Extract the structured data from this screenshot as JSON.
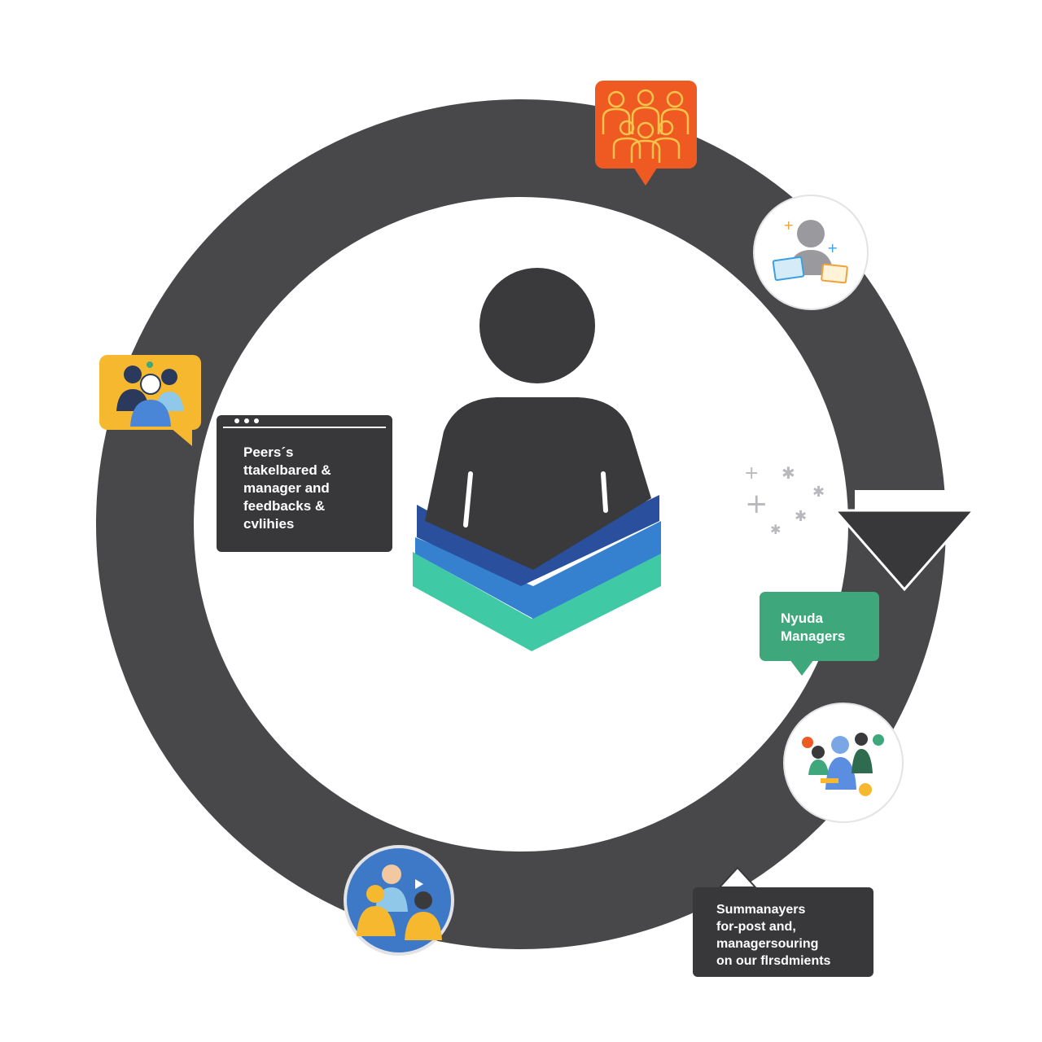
{
  "diagram": {
    "colors": {
      "ring": "#48484b",
      "center_figure": "#3a3a3d",
      "chevron_dark_blue": "#2a4f9c",
      "chevron_blue": "#3581d0",
      "chevron_teal": "#3fcaa5",
      "orange_badge": "#ef5a22",
      "yellow_badge": "#f5b82e",
      "green_card": "#3ea77b",
      "dark_card": "#38383b"
    },
    "icons": [
      "team-group-icon",
      "profile-feedback-icon",
      "peer-group-icon",
      "sparkle-icon",
      "collaboration-icon",
      "family-icon",
      "person-icon"
    ],
    "cards": {
      "peers": {
        "lines": [
          "Peers´s",
          "ttakelbared &",
          "manager and",
          "feedbacks &",
          "cvlihies"
        ]
      },
      "managers": {
        "lines": [
          "Nyuda",
          "Managers"
        ]
      },
      "summary": {
        "lines": [
          "Summanayers",
          "for-post and,",
          "managersouring",
          "on our flrsdmients"
        ]
      }
    }
  }
}
